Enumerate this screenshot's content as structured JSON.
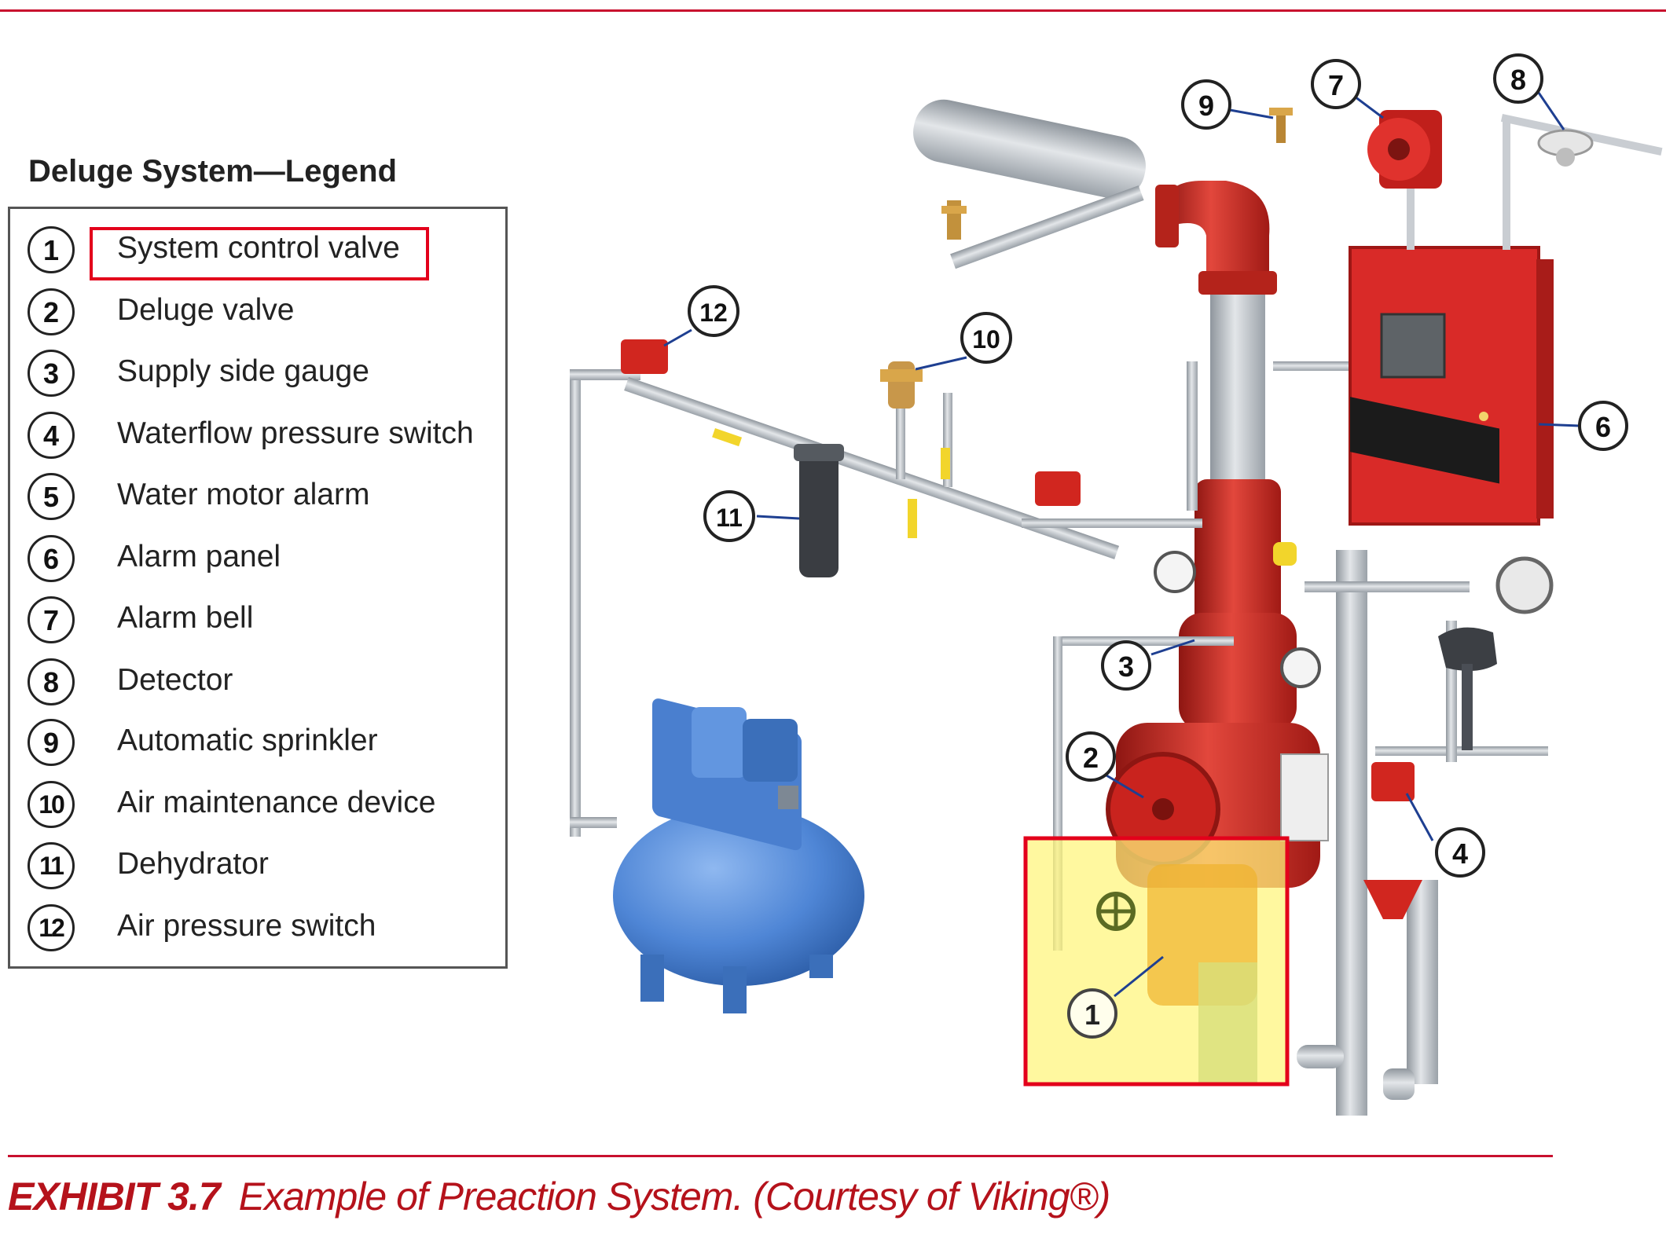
{
  "legend": {
    "title": "Deluge System—Legend",
    "items": [
      {
        "num": "1",
        "label": "System control valve"
      },
      {
        "num": "2",
        "label": "Deluge valve"
      },
      {
        "num": "3",
        "label": "Supply side gauge"
      },
      {
        "num": "4",
        "label": "Waterflow pressure switch"
      },
      {
        "num": "5",
        "label": "Water motor alarm"
      },
      {
        "num": "6",
        "label": "Alarm panel"
      },
      {
        "num": "7",
        "label": "Alarm bell"
      },
      {
        "num": "8",
        "label": "Detector"
      },
      {
        "num": "9",
        "label": "Automatic sprinkler"
      },
      {
        "num": "10",
        "label": "Air maintenance device"
      },
      {
        "num": "11",
        "label": "Dehydrator"
      },
      {
        "num": "12",
        "label": "Air pressure switch"
      }
    ],
    "highlighted_item": "1"
  },
  "callouts": [
    {
      "num": "9"
    },
    {
      "num": "7"
    },
    {
      "num": "8"
    },
    {
      "num": "12"
    },
    {
      "num": "10"
    },
    {
      "num": "6"
    },
    {
      "num": "11"
    },
    {
      "num": "3"
    },
    {
      "num": "2"
    },
    {
      "num": "4"
    },
    {
      "num": "1"
    }
  ],
  "caption": {
    "exhibit": "EXHIBIT 3.7",
    "text": "Example of Preaction System. (Courtesy of Viking®)"
  },
  "colors": {
    "accent_red": "#c8102e",
    "highlight_box": "#e3001b",
    "highlight_fill": "#fff57a",
    "pipe_grey": "#b9bec4",
    "valve_red": "#c9231e",
    "compressor_blue": "#4f86d6"
  }
}
